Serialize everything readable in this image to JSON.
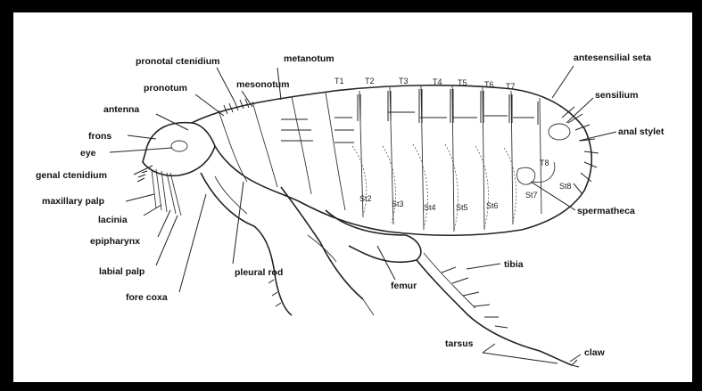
{
  "diagram": {
    "labels": {
      "pronotal_ctenidium": "pronotal ctenidium",
      "metanotum": "metanotum",
      "mesonotum": "mesonotum",
      "pronotum": "pronotum",
      "antenna": "antenna",
      "frons": "frons",
      "eye": "eye",
      "genal_ctenidium": "genal ctenidium",
      "maxillary_palp": "maxillary palp",
      "lacinia": "lacinia",
      "epipharynx": "epipharynx",
      "labial_palp": "labial palp",
      "fore_coxa": "fore coxa",
      "pleural_rod": "pleural rod",
      "femur": "femur",
      "tibia": "tibia",
      "tarsus": "tarsus",
      "claw": "claw",
      "antesensilial_seta": "antesensilial seta",
      "sensilium": "sensilium",
      "anal_stylet": "anal stylet",
      "spermatheca": "spermatheca"
    },
    "tergites": [
      "T1",
      "T2",
      "T3",
      "T4",
      "T5",
      "T6",
      "T7",
      "T8"
    ],
    "sternites": [
      "St2",
      "St3",
      "St4",
      "St5",
      "St6",
      "St7",
      "St8"
    ]
  }
}
